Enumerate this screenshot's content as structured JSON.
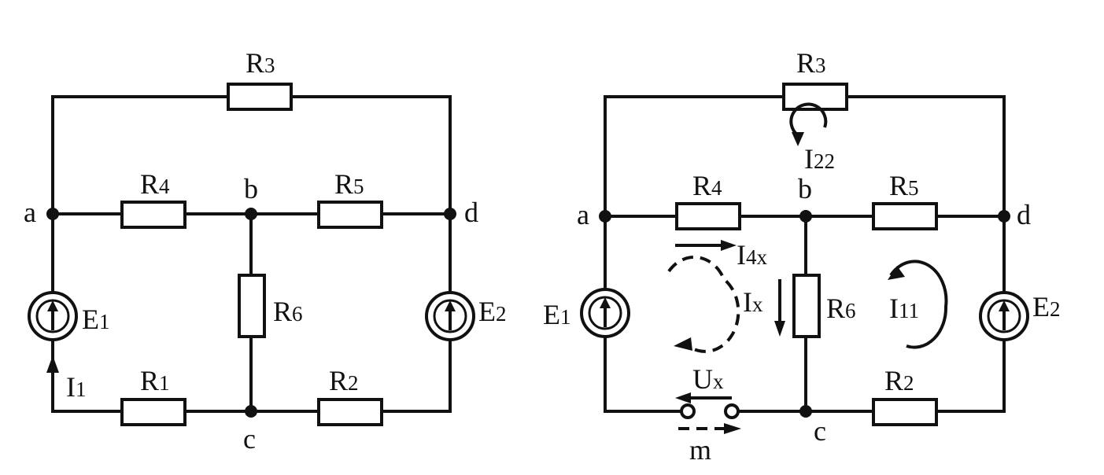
{
  "left_circuit": {
    "resistors": {
      "r3": "R3",
      "r4": "R4",
      "r5": "R5",
      "r6": "R6",
      "r1": "R1",
      "r2": "R2"
    },
    "nodes": {
      "a": "a",
      "b": "b",
      "c": "c",
      "d": "d"
    },
    "sources": {
      "e1": "E1",
      "e2": "E2"
    },
    "currents": {
      "i1": "I1"
    }
  },
  "right_circuit": {
    "resistors": {
      "r3": "R3",
      "r4": "R4",
      "r5": "R5",
      "r6": "R6",
      "r2": "R2"
    },
    "nodes": {
      "a": "a",
      "b": "b",
      "c": "c",
      "d": "d",
      "m": "m"
    },
    "sources": {
      "e1": "E1",
      "e2": "E2"
    },
    "currents": {
      "i22": "I22",
      "i4x": "I4x",
      "ix": "Ix",
      "i11": "I11"
    },
    "voltages": {
      "ux": "Ux"
    }
  }
}
